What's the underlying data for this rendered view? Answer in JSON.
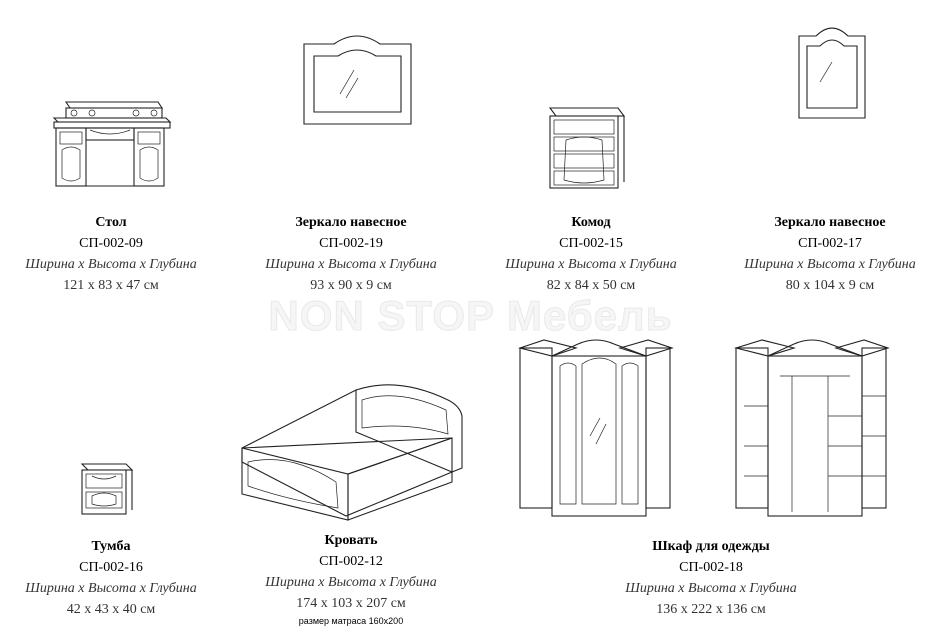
{
  "watermark": "NON STOP Мебель",
  "items": [
    {
      "name": "Стол",
      "code": "СП-002-09",
      "dims_label": "Ширина х Высота х Глубина",
      "dims": "121 х 83 х 47 см"
    },
    {
      "name": "Зеркало навесное",
      "code": "СП-002-19",
      "dims_label": "Ширина х Высота х Глубина",
      "dims": "93 х 90 х 9 см"
    },
    {
      "name": "Комод",
      "code": "СП-002-15",
      "dims_label": "Ширина х Высота х Глубина",
      "dims": "82 х 84 х 50 см"
    },
    {
      "name": "Зеркало навесное",
      "code": "СП-002-17",
      "dims_label": "Ширина х Высота х Глубина",
      "dims": "80 х 104 х 9 см"
    },
    {
      "name": "Тумба",
      "code": "СП-002-16",
      "dims_label": "Ширина х Высота х Глубина",
      "dims": "42 х 43 х 40 см"
    },
    {
      "name": "Кровать",
      "code": "СП-002-12",
      "dims_label": "Ширина х Высота х Глубина",
      "dims": "174 х 103 х 207 см",
      "note": "размер матраса 160х200"
    },
    {
      "name": "Шкаф для одежды",
      "code": "СП-002-18",
      "dims_label": "Ширина х Высота х Глубина",
      "dims": "136 х 222 х 136 см"
    }
  ]
}
